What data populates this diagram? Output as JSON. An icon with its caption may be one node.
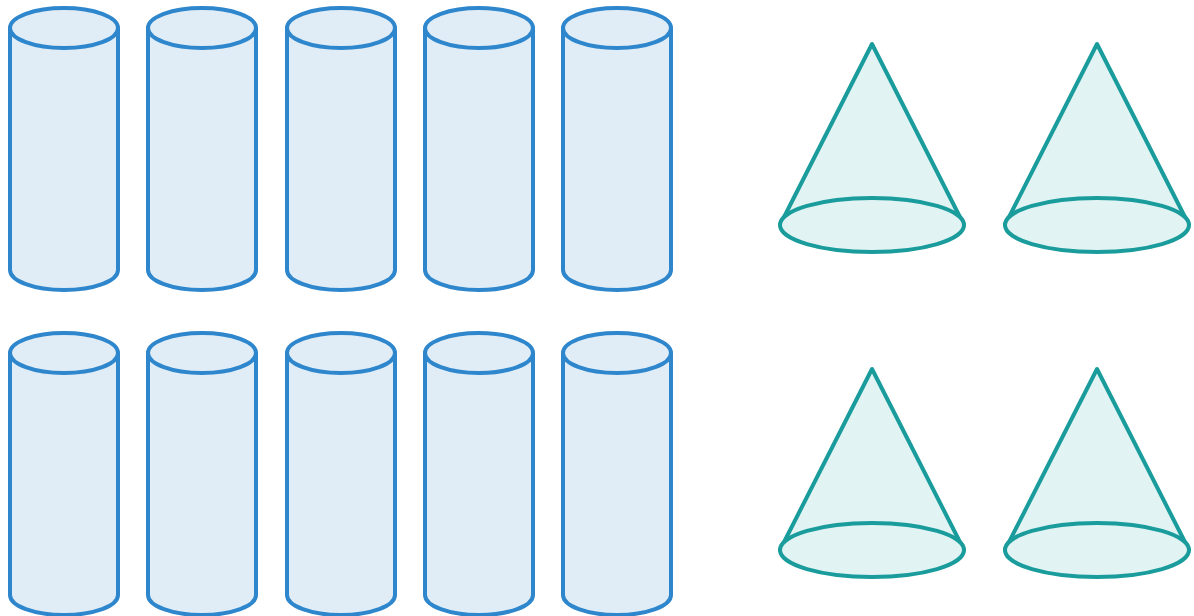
{
  "diagram": {
    "nodes": [
      {
        "text": [],
        "shape": "cylinder"
      },
      {
        "text": [],
        "shape": "cylinder"
      },
      {
        "text": [],
        "shape": "cylinder"
      },
      {
        "text": [],
        "shape": "cylinder"
      },
      {
        "text": [],
        "shape": "cylinder"
      },
      {
        "text": [],
        "shape": "cone"
      },
      {
        "text": [],
        "shape": "cone"
      },
      {
        "text": [],
        "shape": "cylinder"
      },
      {
        "text": [],
        "shape": "cylinder"
      },
      {
        "text": [],
        "shape": "cylinder"
      },
      {
        "text": [],
        "shape": "cylinder"
      },
      {
        "text": [],
        "shape": "cylinder"
      },
      {
        "text": [],
        "shape": "cone"
      },
      {
        "text": [],
        "shape": "cone"
      }
    ]
  }
}
